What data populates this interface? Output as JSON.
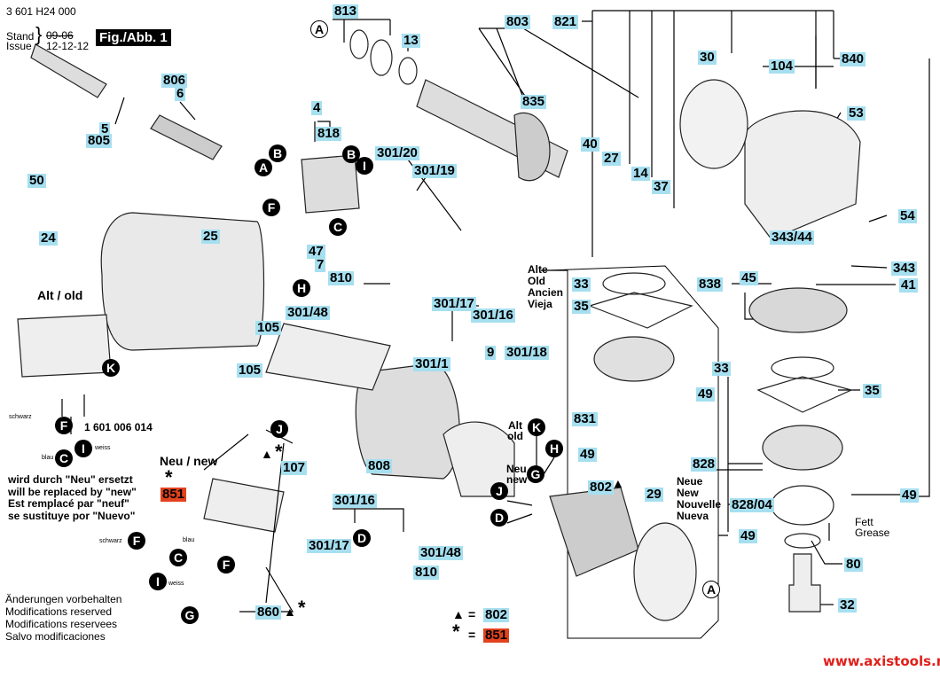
{
  "header": {
    "part_number": "3 601 H24 000",
    "stand_label": "Stand",
    "issue_label": "Issue",
    "stand_old": "09-06",
    "issue_date": "12-12-12",
    "figure": "Fig./Abb. 1"
  },
  "labels": {
    "l813": "813",
    "l803": "803",
    "l821": "821",
    "l13": "13",
    "l30": "30",
    "l104": "104",
    "l840": "840",
    "l806": "806",
    "l6": "6",
    "l835": "835",
    "l5": "5",
    "l805": "805",
    "l4": "4",
    "l818": "818",
    "l53": "53",
    "l40": "40",
    "l27": "27",
    "l14": "14",
    "l37": "37",
    "l301_20": "301/20",
    "l301_19": "301/19",
    "l50": "50",
    "l54": "54",
    "l24": "24",
    "l25": "25",
    "l343_44": "343/44",
    "l343": "343",
    "l47": "47",
    "l7": "7",
    "l838": "838",
    "l45": "45",
    "l41": "41",
    "l810a": "810",
    "l301_48a": "301/48",
    "l301_17a": "301/17",
    "l301_16a": "301/16",
    "l33a": "33",
    "l35a": "35",
    "l105a": "105",
    "l105b": "105",
    "l9": "9",
    "l301_1": "301/1",
    "l301_18": "301/18",
    "l49a": "49",
    "l831": "831",
    "l49b": "49",
    "l33b": "33",
    "l35b": "35",
    "l828": "828",
    "l49c": "49",
    "l828_04": "828/04",
    "l49d": "49",
    "l80": "80",
    "l32": "32",
    "l808": "808",
    "l107": "107",
    "l802a": "802",
    "l29": "29",
    "l301_16b": "301/16",
    "l301_17b": "301/17",
    "l301_48b": "301/48",
    "l810b": "810",
    "l860": "860",
    "l802b": "802",
    "l851a": "851",
    "l851b": "851"
  },
  "letters": [
    "A",
    "A",
    "B",
    "B",
    "F",
    "I",
    "C",
    "K",
    "H",
    "J",
    "F",
    "C",
    "I",
    "F",
    "C",
    "I",
    "F",
    "G",
    "D",
    "K",
    "H",
    "G",
    "J",
    "D",
    "A"
  ],
  "texts": {
    "alt_old": "Alt / old",
    "neu_new": "Neu / new",
    "set_number": "1 601 006 014",
    "schwarz": "schwarz",
    "blau": "blau",
    "weiss": "weiss",
    "replaced": [
      "wird durch \"Neu\" ersetzt",
      "will be replaced by \"new\"",
      "Est remplacé par \"neuf\"",
      "se sustituye por \"Nuevo\""
    ],
    "modifications": [
      "Änderungen vorbehalten",
      "Modifications reserved",
      "Modifications reservees",
      "Salvo modificaciones"
    ],
    "alt_old_small": [
      "Alt",
      "old"
    ],
    "neu_new_small": [
      "Neu",
      "new"
    ],
    "alte": [
      "Alte",
      "Old",
      "Ancien",
      "Vieja"
    ],
    "neue": [
      "Neue",
      "New",
      "Nouvelle",
      "Nueva"
    ],
    "grease": [
      "Fett",
      "Grease"
    ],
    "triangle_mark": "▲",
    "star_mark": "*",
    "equals": "=",
    "url": "www.axistools.ru"
  },
  "colors": {
    "label_bg": "#a6dff0",
    "new_part_bg": "#e2421e",
    "url": "#e0201a"
  }
}
